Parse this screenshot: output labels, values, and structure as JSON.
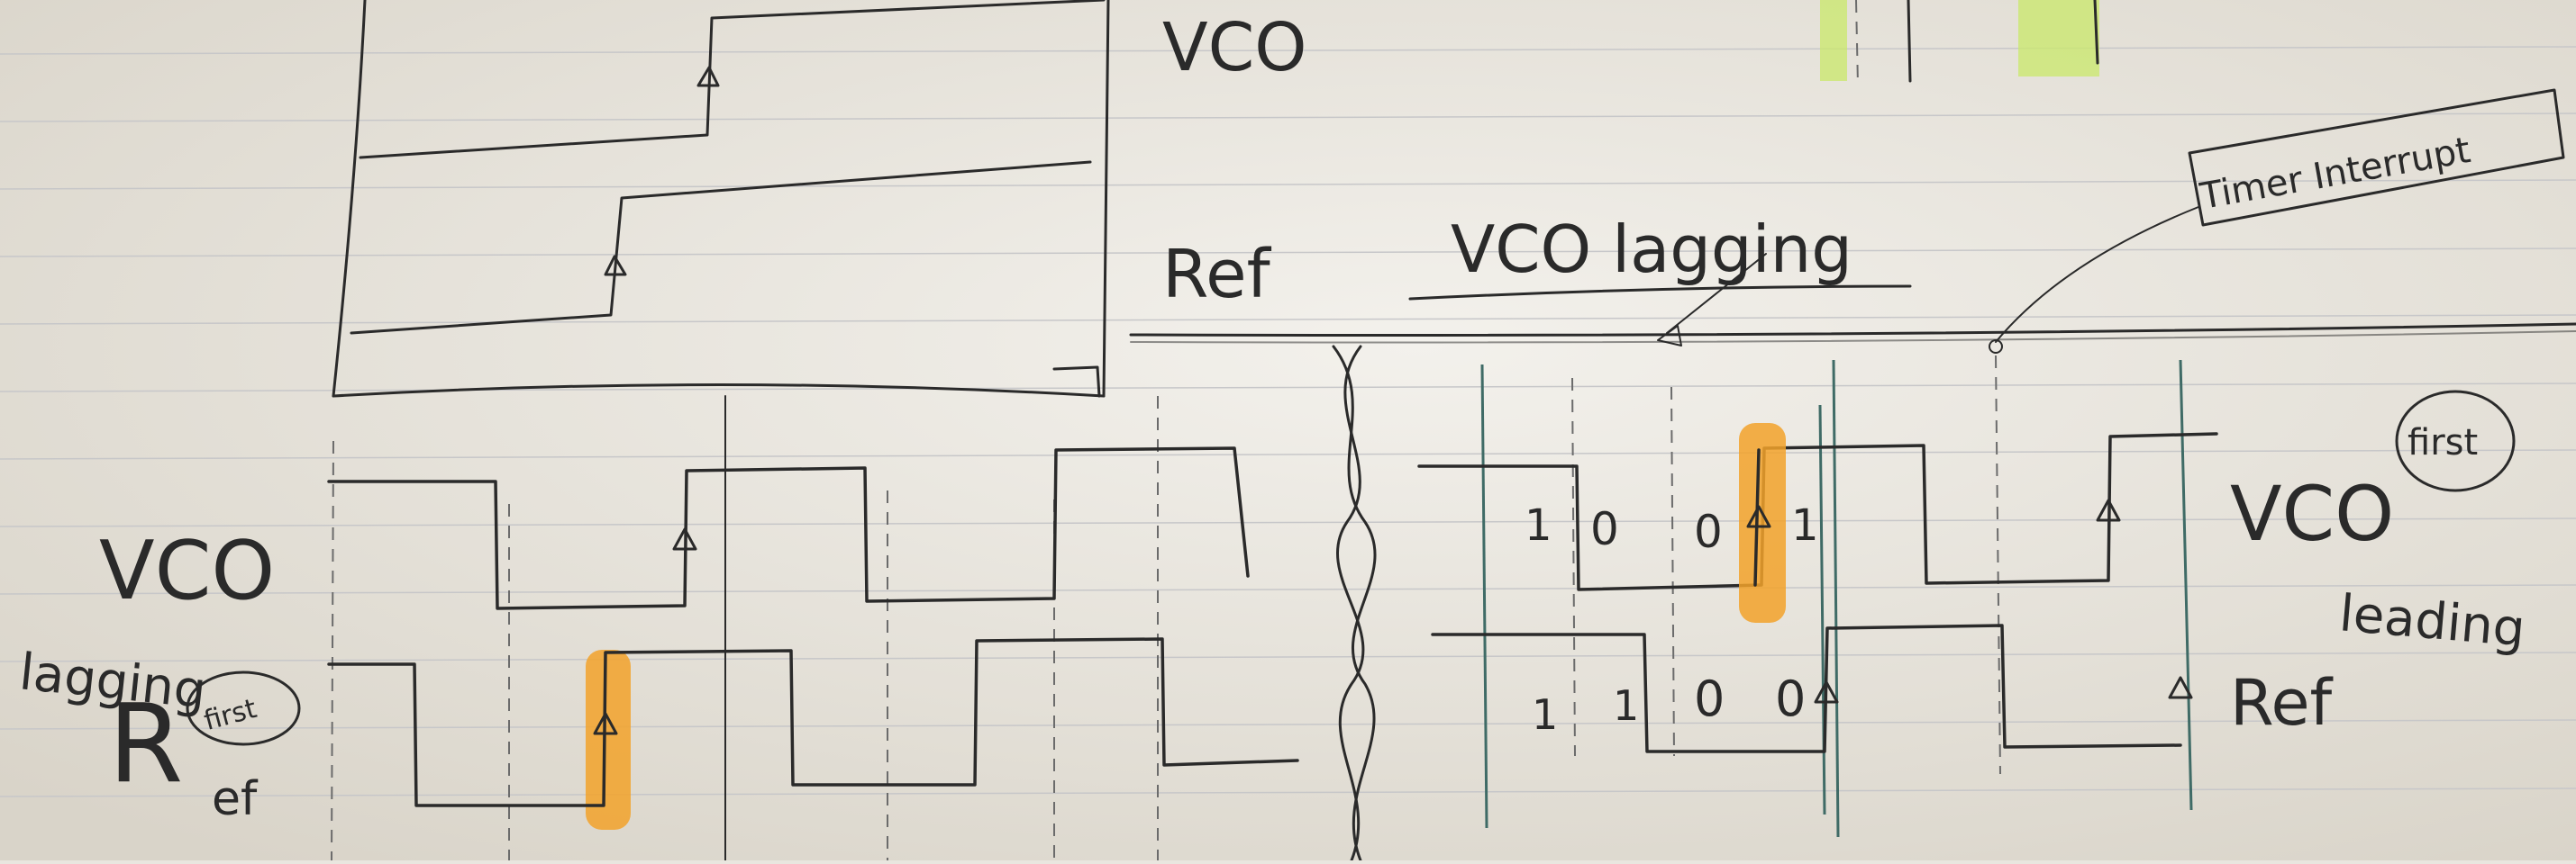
{
  "labels": {
    "vco_top": "VCO",
    "ref_top": "Ref",
    "title": "VCO lagging",
    "timer_interrupt": "Timer Interrupt",
    "vco_left": "VCO",
    "lagging": "lagging",
    "r_left": "R",
    "ef_left": "ef",
    "first_left": "first",
    "vco_right": "VCO",
    "first_right": "first",
    "leading": "leading",
    "ref_right": "Ref"
  },
  "bits": {
    "vco": [
      "1",
      "0",
      "0",
      "1"
    ],
    "ref": [
      "1",
      "1",
      "0",
      "0"
    ]
  },
  "colors": {
    "ink": "#2a2a2a",
    "highlight": "#f2a22a",
    "green_marker": "#c9e86a",
    "teal": "#3f6b66",
    "paper": "#e9e6df"
  }
}
